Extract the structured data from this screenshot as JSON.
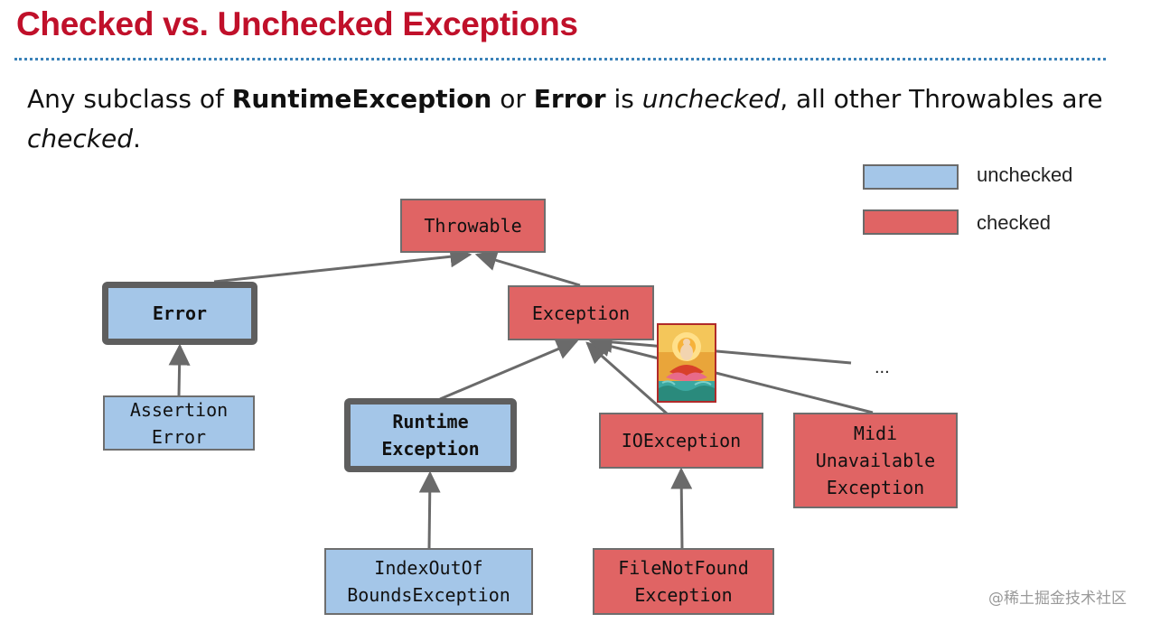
{
  "slide": {
    "title": "Checked vs. Unchecked Exceptions",
    "intro": {
      "part1": "Any subclass of ",
      "runtime": "RuntimeException",
      "part2": " or ",
      "error": "Error",
      "part3": " is ",
      "unchecked": "unchecked",
      "part4": ", all other Throwables are ",
      "checked": "checked",
      "part5": "."
    }
  },
  "legend": {
    "unchecked_label": "unchecked",
    "checked_label": "checked",
    "unchecked_color": "#a4c6e8",
    "checked_color": "#e06464"
  },
  "nodes": {
    "throwable": "Throwable",
    "error": "Error",
    "exception": "Exception",
    "assertion_error": "Assertion\nError",
    "runtime_exception": "Runtime\nException",
    "io_exception": "IOException",
    "midi_exception": "Midi\nUnavailable\nException",
    "index_exception": "IndexOutOf\nBoundsException",
    "file_not_found": "FileNotFound\nException"
  },
  "ellipsis": "...",
  "watermark": "@稀土掘金技术社区"
}
